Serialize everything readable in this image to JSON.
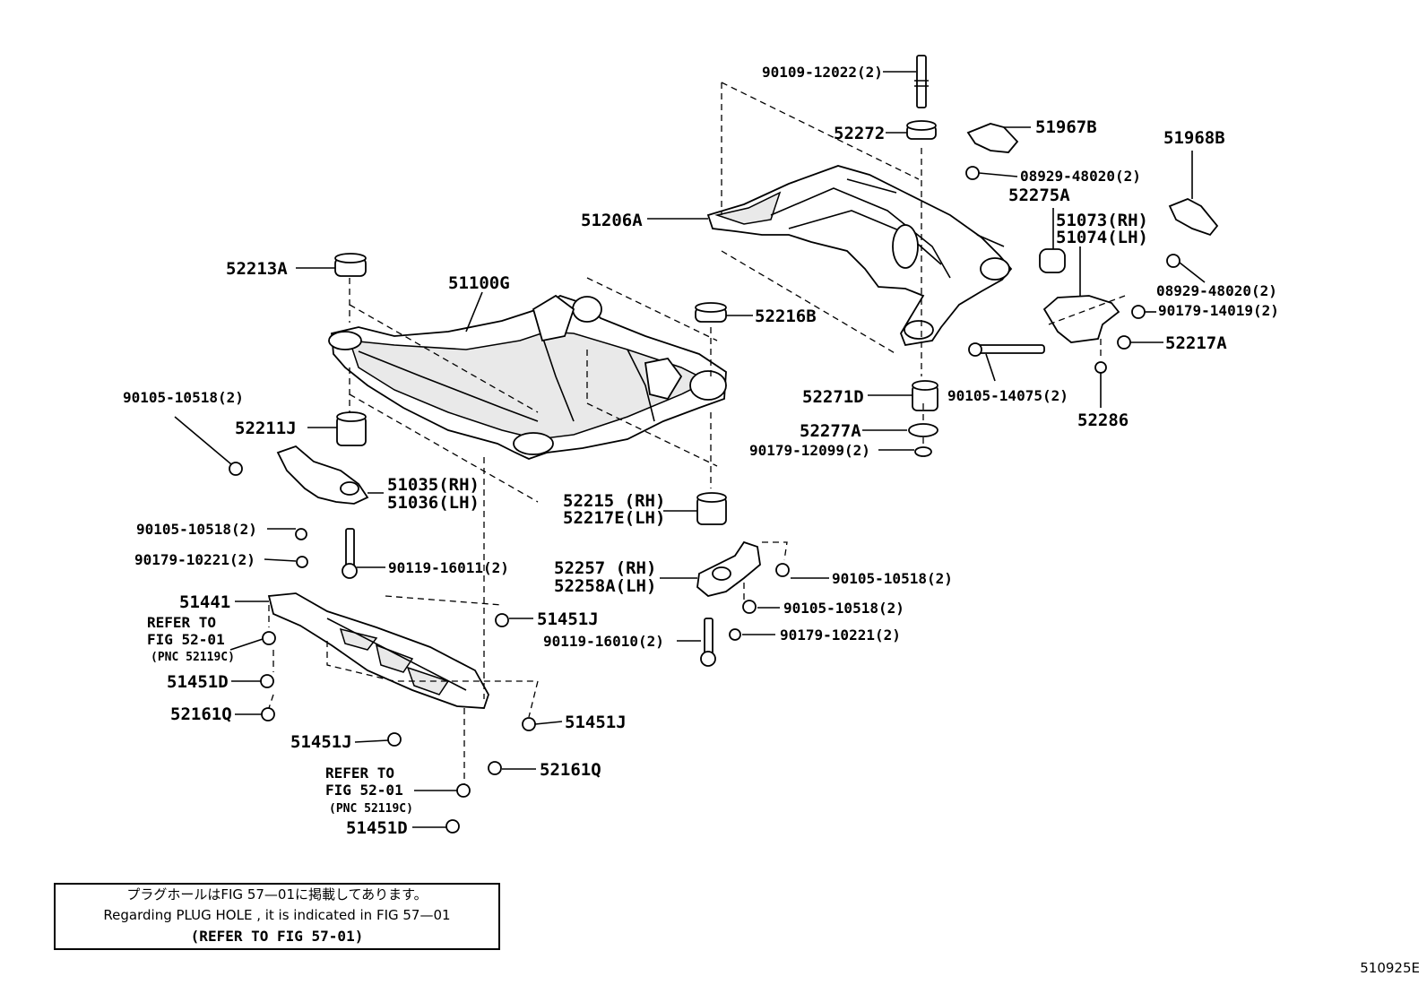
{
  "labels": {
    "p_90109_12022": "90109-12022(2)",
    "p_52272": "52272",
    "p_51967B": "51967B",
    "p_51968B": "51968B",
    "p_08929_48020_a": "08929-48020(2)",
    "p_52275A": "52275A",
    "p_51206A": "51206A",
    "p_51073": "51073(RH)",
    "p_51074": "51074(LH)",
    "p_52213A": "52213A",
    "p_51100G": "51100G",
    "p_08929_48020_b": "08929-48020(2)",
    "p_52216B": "52216B",
    "p_90179_14019": "90179-14019(2)",
    "p_52217A": "52217A",
    "p_90105_14075": "90105-14075(2)",
    "p_52286": "52286",
    "p_52271D": "52271D",
    "p_90105_10518_a": "90105-10518(2)",
    "p_52211J": "52211J",
    "p_52277A": "52277A",
    "p_90179_12099": "90179-12099(2)",
    "p_51035": "51035(RH)",
    "p_51036": "51036(LH)",
    "p_52215": "52215 (RH)",
    "p_52217E": "52217E(LH)",
    "p_90105_10518_b": "90105-10518(2)",
    "p_90179_10221_a": "90179-10221(2)",
    "p_90119_16011": "90119-16011(2)",
    "p_52257": "52257 (RH)",
    "p_52258A": "52258A(LH)",
    "p_90105_10518_c": "90105-10518(2)",
    "p_90105_10518_d": "90105-10518(2)",
    "p_51441": "51441",
    "p_51451J_a": "51451J",
    "p_90119_16010": "90119-16010(2)",
    "p_90179_10221_b": "90179-10221(2)",
    "p_51451D_a": "51451D",
    "p_52161Q_a": "52161Q",
    "p_51451J_b": "51451J",
    "p_51451J_c": "51451J",
    "p_52161Q_b": "52161Q",
    "p_51451D_b": "51451D"
  },
  "refer_a": {
    "line1": "REFER TO",
    "line2": "FIG 52-01",
    "line3": "(PNC 52119C)"
  },
  "refer_b": {
    "line1": "REFER TO",
    "line2": "FIG 52-01",
    "line3": "(PNC 52119C)"
  },
  "note": {
    "japanese": "プラグホールはFIG 57—01に掲載してあります。",
    "english": "Regarding PLUG HOLE , it is indicated in FIG 57—01",
    "refer": "(REFER TO FIG 57-01)"
  },
  "figure_id": "510925E"
}
